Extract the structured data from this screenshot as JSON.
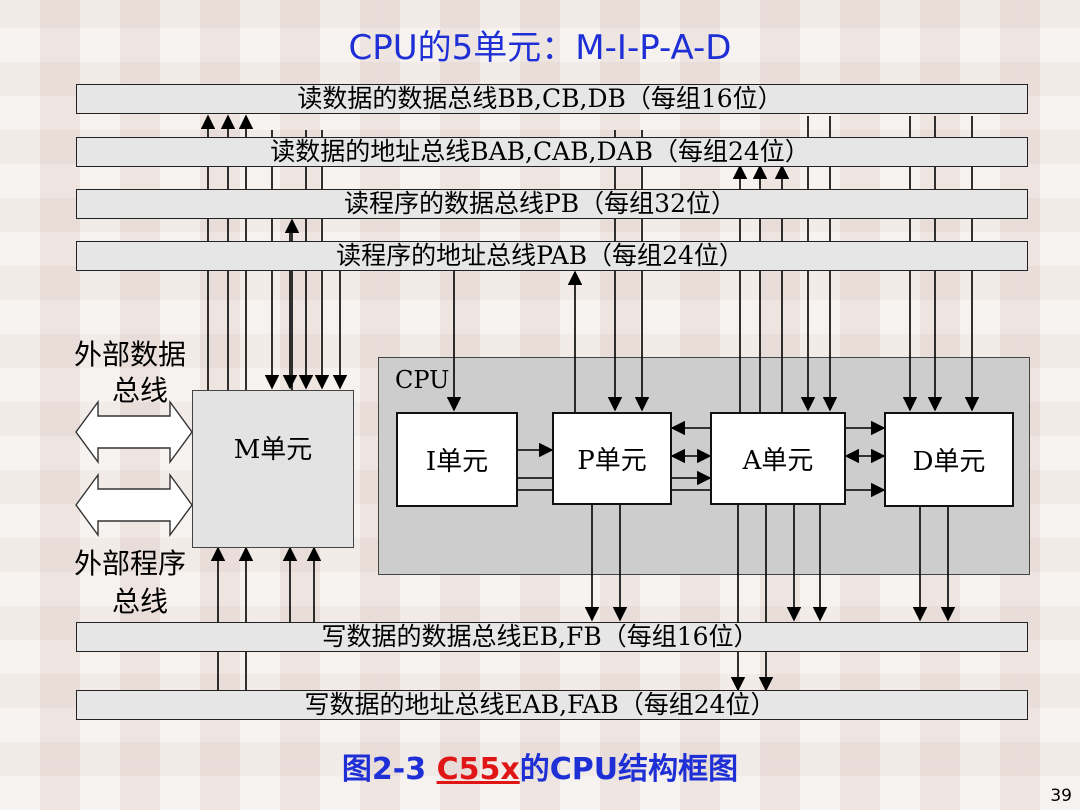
{
  "title": "CPU的5单元：M-I-P-A-D",
  "buses": {
    "read_data": "读数据的数据总线BB,CB,DB（每组16位）",
    "read_addr": "读数据的地址总线BAB,CAB,DAB（每组24位）",
    "prog_data": "读程序的数据总线PB（每组32位）",
    "prog_addr": "读程序的地址总线PAB（每组24位）",
    "write_data": "写数据的数据总线EB,FB（每组16位）",
    "write_addr": "写数据的地址总线EAB,FAB（每组24位）"
  },
  "ext_data_bus": [
    "外部数据",
    "总线"
  ],
  "ext_prog_bus": [
    "外部程序",
    "总线"
  ],
  "units": {
    "m": "M单元",
    "i": "I单元",
    "p": "P单元",
    "a": "A单元",
    "d": "D单元"
  },
  "cpu_label": "CPU",
  "caption": {
    "prefix": "图2-3 ",
    "highlight": "C55x",
    "suffix": "的CPU结构框图"
  },
  "page_number": "39"
}
